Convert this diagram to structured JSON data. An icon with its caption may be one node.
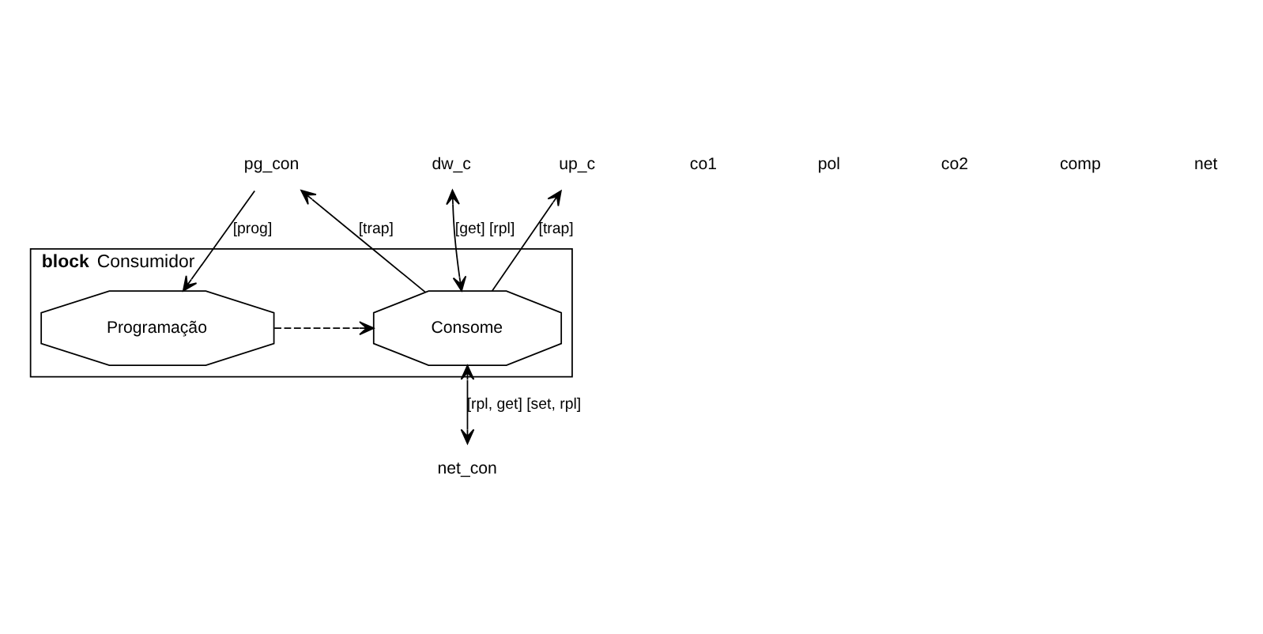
{
  "diagram": {
    "nodes": [
      {
        "text": [
          "**block** Consumidor"
        ]
      },
      {
        "text": [
          "Programação"
        ],
        "in": 0
      },
      {
        "text": [
          "Consome"
        ],
        "in": 0
      },
      {
        "text": [
          "pg_con"
        ]
      },
      {
        "text": [
          "dw_c"
        ]
      },
      {
        "text": [
          "up_c"
        ]
      },
      {
        "text": [
          "net_con"
        ]
      }
    ],
    "edges": [
      {
        "from": 3,
        "to": 1,
        "arrow": "to",
        "label": "[prog]"
      },
      {
        "from": 2,
        "to": 3,
        "arrow": "to",
        "label": "[trap]"
      },
      {
        "from": 4,
        "to": 2,
        "arrow": "both",
        "label": "[get] [rpl]"
      },
      {
        "from": 2,
        "to": 5,
        "arrow": "to",
        "label": "[trap]"
      },
      {
        "from": 1,
        "to": 2,
        "arrow": "to",
        "style": "dashed"
      },
      {
        "from": 2,
        "to": 6,
        "arrow": "both",
        "label": "[rpl, get] [set, rpl]"
      }
    ],
    "labels": [
      "co1",
      "pol",
      "co2",
      "comp",
      "net"
    ]
  }
}
